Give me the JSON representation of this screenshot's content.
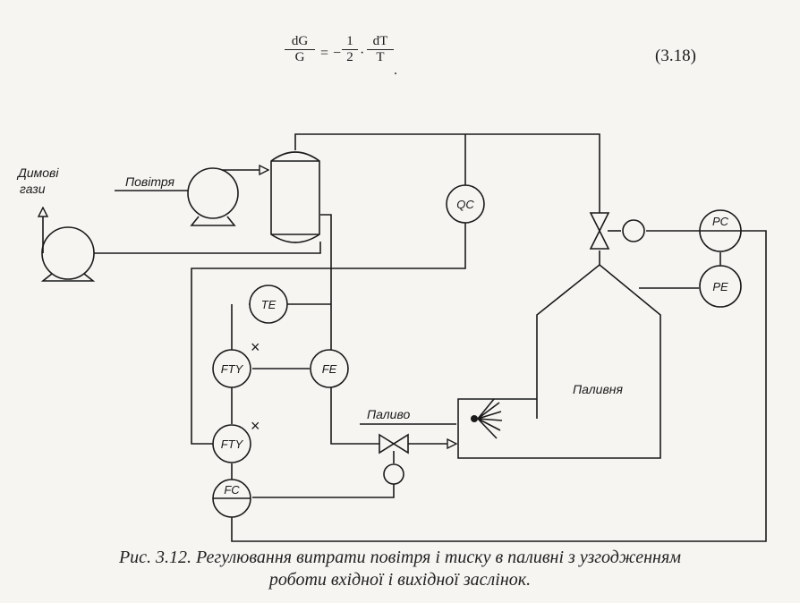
{
  "formula": {
    "lhs_num": "dG",
    "lhs_den": "G",
    "equals": "=",
    "minus": "−",
    "coef_num": "1",
    "coef_den": "2",
    "dot": "·",
    "rhs_num": "dT",
    "rhs_den": "T",
    "period": ".",
    "number": "(3.18)"
  },
  "labels": {
    "flue_gases_line1": "Димові",
    "flue_gases_line2": "гази",
    "air": "Повітря",
    "fuel": "Паливо",
    "furnace": "Паливня"
  },
  "instruments": {
    "qc": "QC",
    "te": "TE",
    "fty1": "FTY",
    "fe": "FE",
    "fty2": "FTY",
    "fc": "FC",
    "pc": "PC",
    "pe": "PE"
  },
  "marks": {
    "cross": "×"
  },
  "caption": {
    "line1": "Рис. 3.12. Регулювання витрати повітря і тиску в паливні з узгодженням",
    "line2": "роботи вхідної і вихідної заслінок."
  }
}
